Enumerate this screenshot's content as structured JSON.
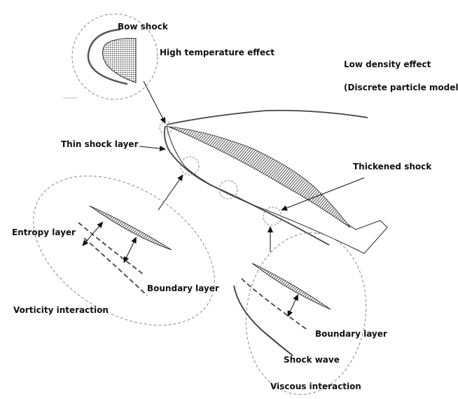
{
  "labels": {
    "bow_shock": "Bow shock",
    "high_temperature_effect": "High temperature effect",
    "low_density_effect": "Low density effect",
    "discrete_particle_model": "(Discrete particle model)",
    "thin_shock_layer": "Thin shock layer",
    "thickened_shock": "Thickened shock",
    "entropy_layer": "Entropy layer",
    "boundary_layer_left": "Boundary layer",
    "vorticity_interaction": "Vorticity interaction",
    "boundary_layer_right": "Boundary layer",
    "shock_wave": "Shock wave",
    "viscous_interaction": "Viscous interaction"
  },
  "colors": {
    "line": "#333333",
    "dashed_outline": "#888888",
    "hatch": "#222222",
    "dots": "#444444"
  }
}
